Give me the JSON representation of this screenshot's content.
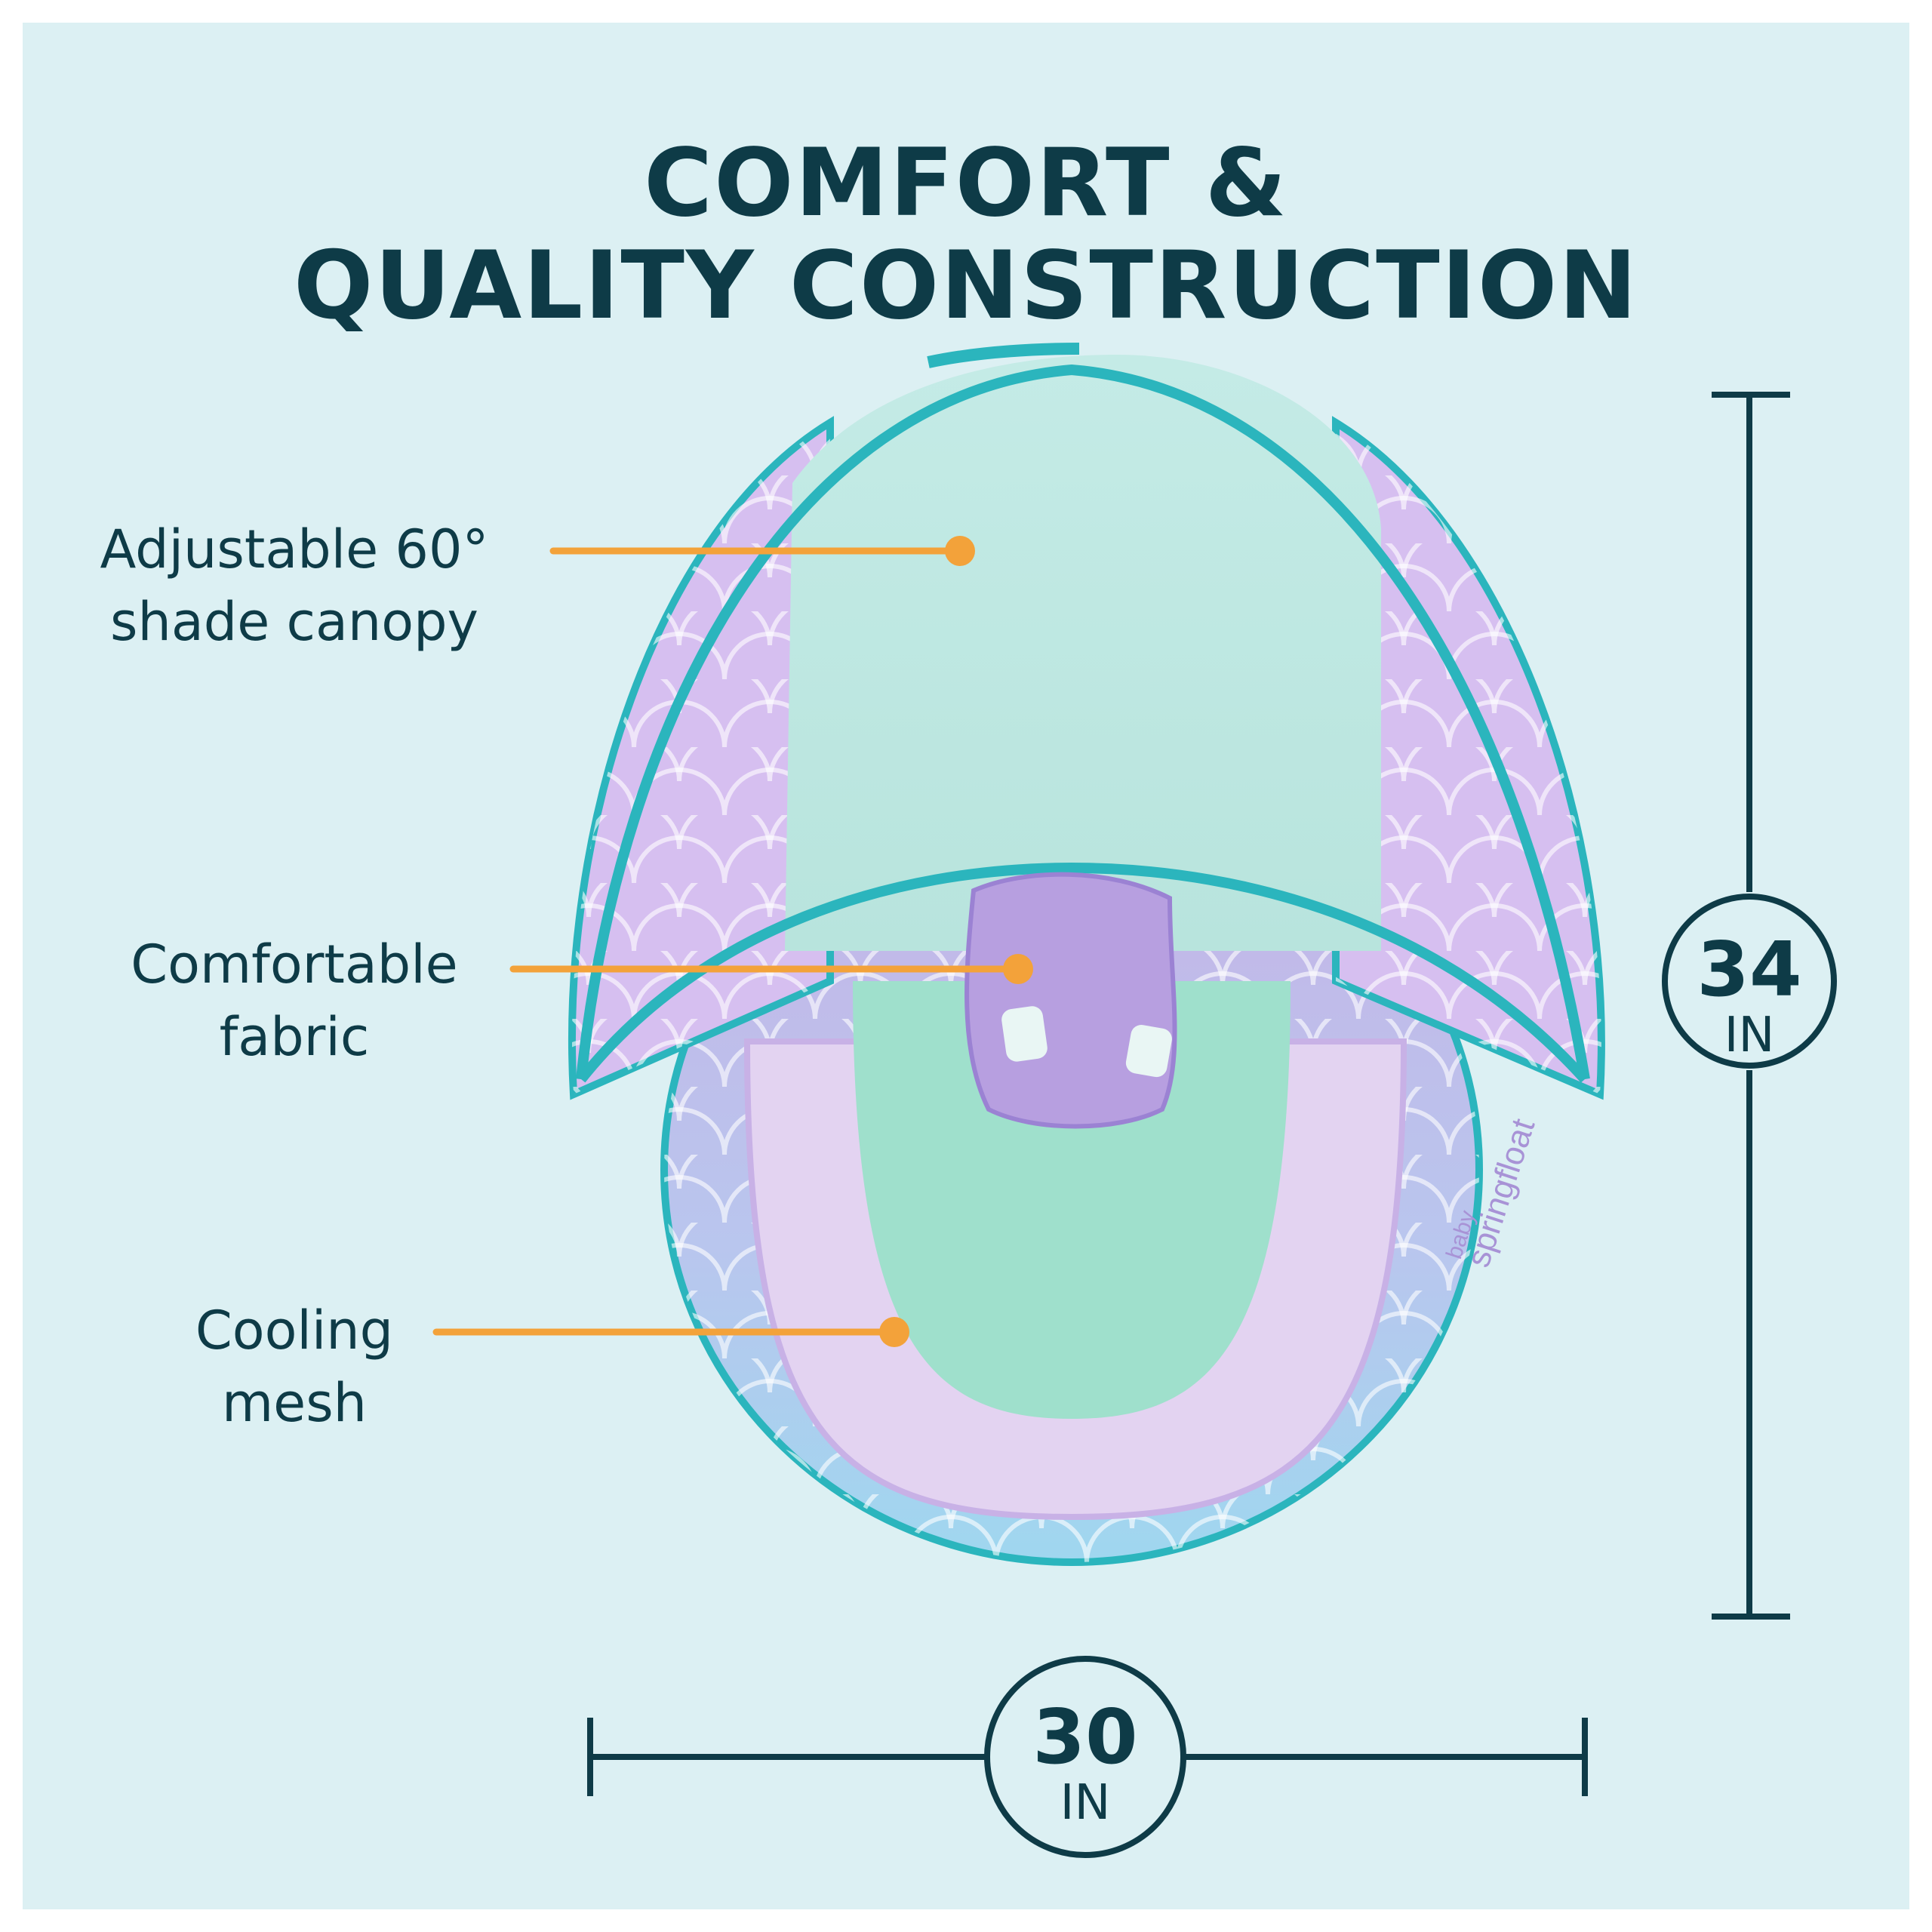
{
  "title": {
    "line1": "COMFORT &",
    "line2": "QUALITY CONSTRUCTION"
  },
  "callouts": [
    {
      "line1": "Adjustable 60°",
      "line2": "shade canopy"
    },
    {
      "line1": "Comfortable",
      "line2": "fabric"
    },
    {
      "line1": "Cooling",
      "line2": "mesh"
    }
  ],
  "product": {
    "brand_small": "baby",
    "brand_large": "springfloat"
  },
  "dimensions": {
    "height": {
      "value": "34",
      "unit": "IN"
    },
    "width": {
      "value": "30",
      "unit": "IN"
    }
  },
  "colors": {
    "background": "#dcf0f3",
    "text": "#0e3b47",
    "callout_line": "#f3a23a",
    "trim": "#2bb5bd",
    "canopy": "#bfe6e1",
    "lavender": "#c9b6e6",
    "mint": "#9fe0cc",
    "scale_blue": "#a6d8ee"
  }
}
